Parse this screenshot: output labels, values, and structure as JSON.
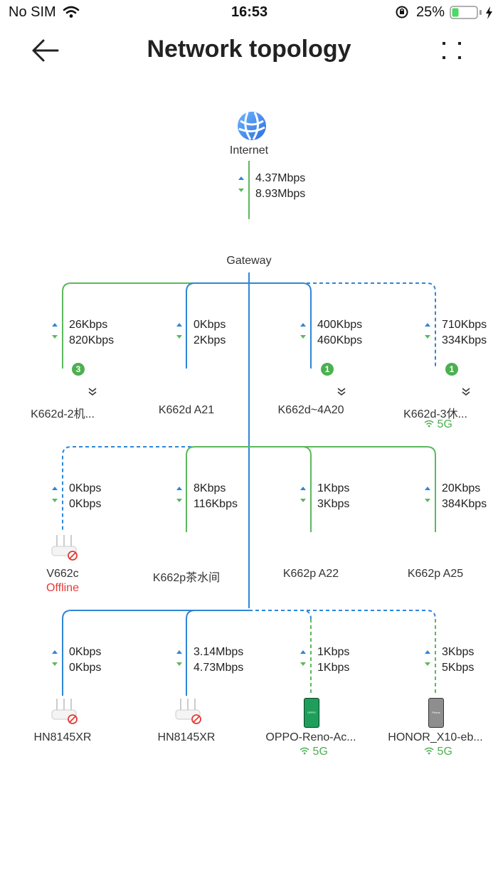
{
  "status_bar": {
    "carrier": "No SIM",
    "time": "16:53",
    "battery": "25%"
  },
  "header": {
    "title": "Network topology"
  },
  "internet": {
    "label": "Internet",
    "up": "4.37Mbps",
    "down": "8.93Mbps"
  },
  "gateway": {
    "label": "Gateway"
  },
  "rows": [
    [
      {
        "name": "K662d-2机...",
        "up": "26Kbps",
        "down": "820Kbps",
        "badge": "3",
        "expand": true,
        "link": "wired"
      },
      {
        "name": "K662d A21",
        "up": "0Kbps",
        "down": "2Kbps",
        "link": "wired"
      },
      {
        "name": "K662d~4A20",
        "up": "400Kbps",
        "down": "460Kbps",
        "badge": "1",
        "expand": true,
        "link": "wired"
      },
      {
        "name": "K662d-3休...",
        "up": "710Kbps",
        "down": "334Kbps",
        "badge": "1",
        "expand": true,
        "band": "5G",
        "link": "wireless"
      }
    ],
    [
      {
        "name": "V662c",
        "up": "0Kbps",
        "down": "0Kbps",
        "status": "Offline",
        "icon": "router",
        "link": "wireless"
      },
      {
        "name": "K662p茶水间",
        "up": "8Kbps",
        "down": "116Kbps",
        "link": "wired"
      },
      {
        "name": "K662p A22",
        "up": "1Kbps",
        "down": "3Kbps",
        "link": "wired"
      },
      {
        "name": "K662p A25",
        "up": "20Kbps",
        "down": "384Kbps",
        "link": "wired"
      }
    ],
    [
      {
        "name": "HN8145XR",
        "up": "0Kbps",
        "down": "0Kbps",
        "icon": "router",
        "link": "wired"
      },
      {
        "name": "HN8145XR",
        "up": "3.14Mbps",
        "down": "4.73Mbps",
        "icon": "router",
        "link": "wired"
      },
      {
        "name": "OPPO-Reno-Ac...",
        "up": "1Kbps",
        "down": "1Kbps",
        "icon": "phone-green",
        "phone_text": "OPPO",
        "band": "5G",
        "link": "wireless"
      },
      {
        "name": "HONOR_X10-eb...",
        "up": "3Kbps",
        "down": "5Kbps",
        "icon": "phone-gray",
        "phone_text": "Phone",
        "band": "5G",
        "link": "wireless"
      }
    ]
  ],
  "colors": {
    "green": "#5cb85c",
    "blue": "#2f86d6",
    "badge": "#4cb050",
    "offline": "#e53935",
    "up_arrow": "#2f86d6",
    "down_arrow": "#5cb85c"
  }
}
